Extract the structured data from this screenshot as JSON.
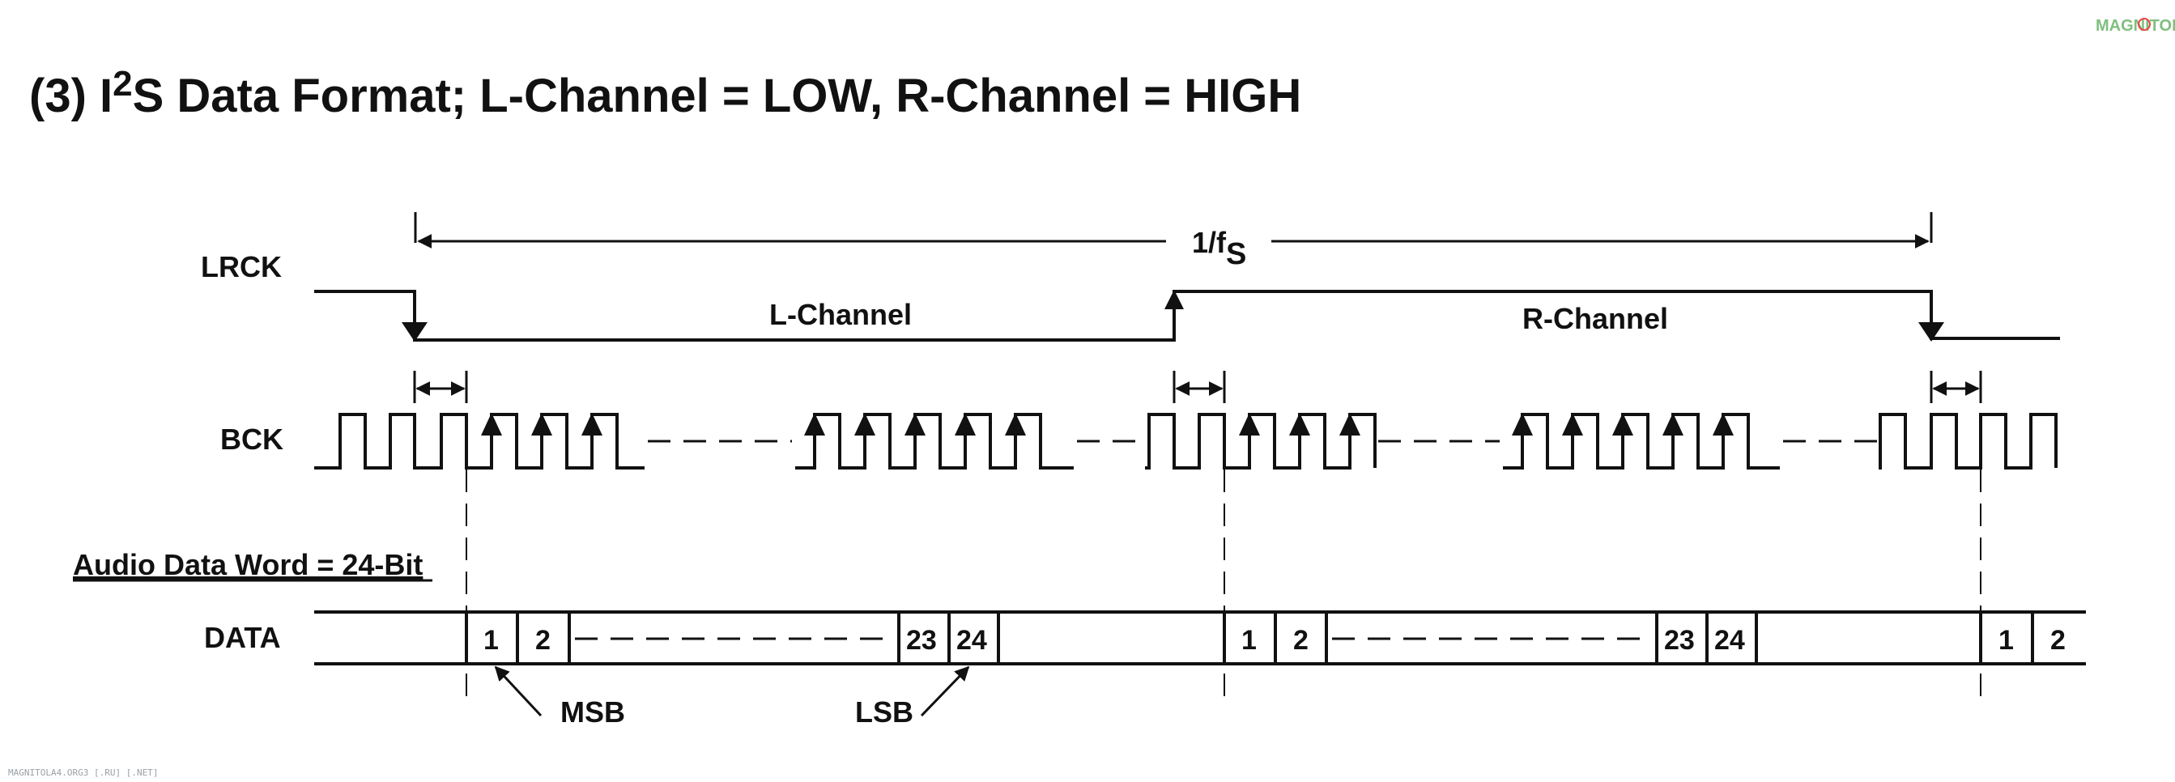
{
  "title": {
    "prefix": "(3) I",
    "superscript": "2",
    "suffix": "S Data Format; L-Channel = LOW, R-Channel = HIGH"
  },
  "signals": {
    "lrck": "LRCK",
    "bck": "BCK",
    "data": "DATA"
  },
  "period_label": {
    "main": "1/f",
    "sub": "S"
  },
  "channels": {
    "left": "L-Channel",
    "right": "R-Channel"
  },
  "word_label": "Audio Data Word = 24-Bit",
  "data_bits": {
    "b1": "1",
    "b2": "2",
    "b23": "23",
    "b24": "24"
  },
  "annotations": {
    "msb": "MSB",
    "lsb": "LSB"
  },
  "watermark": "MAGNITOLA4.ORG3 [.RU] [.NET]",
  "logo": "MAGNITOLA",
  "colors": {
    "line": "#111111",
    "background": "#ffffff"
  }
}
